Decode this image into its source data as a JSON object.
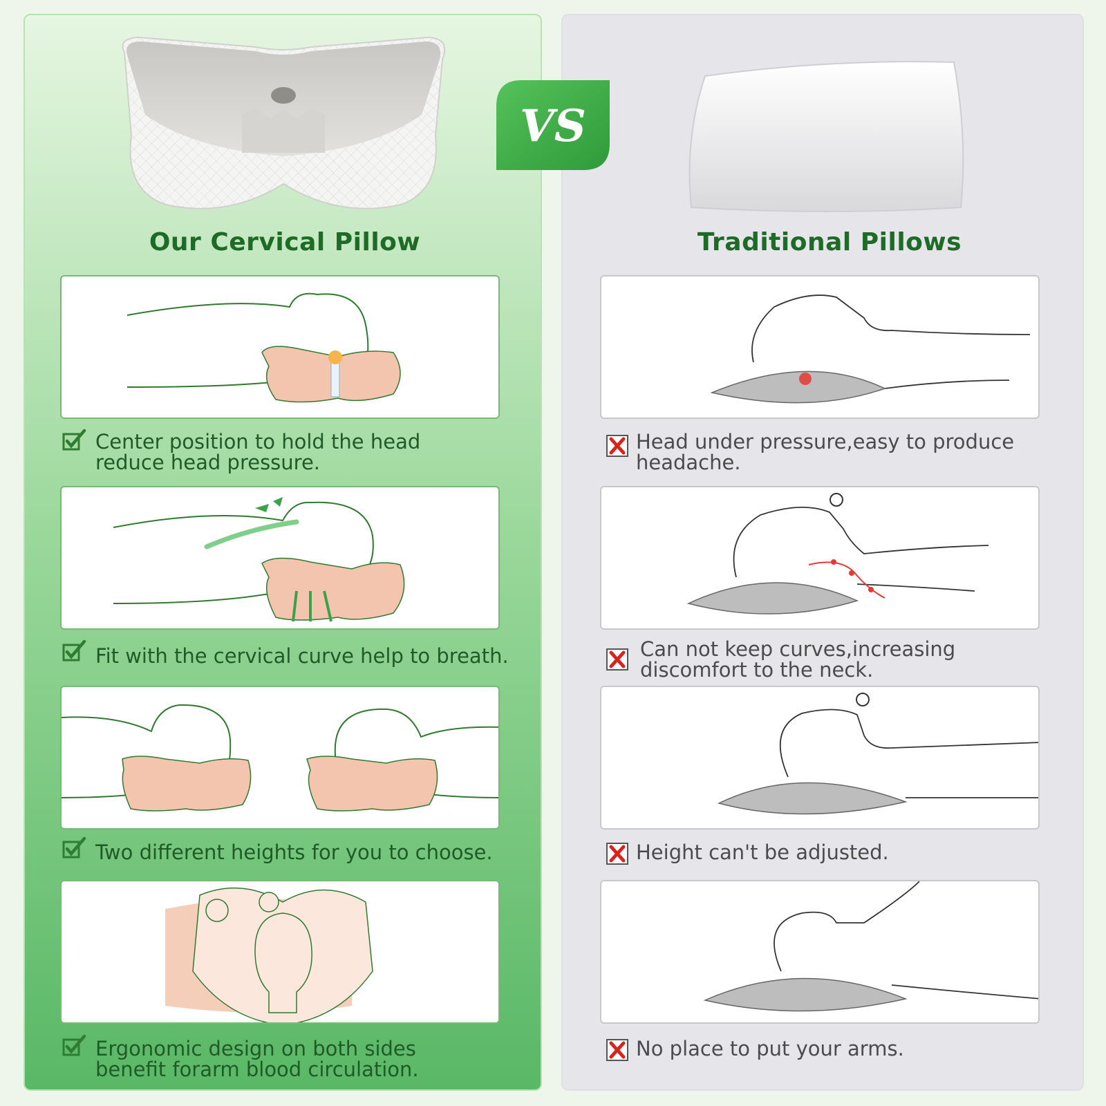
{
  "vs_label": "VS",
  "left": {
    "title": "Our Cervical Pillow",
    "items": [
      {
        "text": "Center position to hold the head reduce head pressure.",
        "icon": "checkmark-icon"
      },
      {
        "text": "Fit with the cervical curve help to breath.",
        "icon": "checkmark-icon"
      },
      {
        "text": "Two different heights for you to choose.",
        "icon": "checkmark-icon"
      },
      {
        "text": "Ergonomic design on both sides benefit forarm blood circulation.",
        "icon": "checkmark-icon"
      }
    ]
  },
  "right": {
    "title": "Traditional Pillows",
    "items": [
      {
        "text": "Head under pressure,easy to produce headache.",
        "icon": "x-mark-icon"
      },
      {
        "text": "Can not keep curves,increasing discomfort to the neck.",
        "icon": "x-mark-icon"
      },
      {
        "text": "Height can't be adjusted.",
        "icon": "x-mark-icon"
      },
      {
        "text": "No place to put your arms.",
        "icon": "x-mark-icon"
      }
    ]
  },
  "colors": {
    "title_green": "#1d6b27",
    "check_green": "#2e7d32",
    "x_red": "#d9231c",
    "pillow_peach": "#f3c5ae",
    "pillow_gray": "#bdbdbd",
    "outline_green": "#2f7a2f"
  }
}
